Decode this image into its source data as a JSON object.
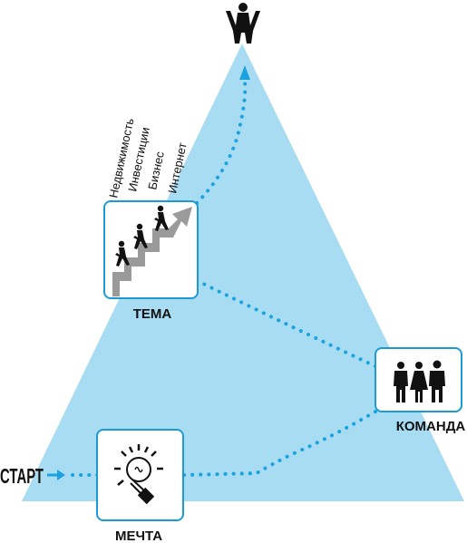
{
  "colors": {
    "triangle": "#a8dcf3",
    "path": "#1aa3df",
    "card_border": "#1c9ad6",
    "ink": "#111111",
    "stairs": "#9a9a9a"
  },
  "start_label": "СТАРТ",
  "nodes": {
    "dream": {
      "label": "МЕЧТА",
      "icon": "lightbulb-icon"
    },
    "theme": {
      "label": "ТЕМА",
      "icon": "stairs-climbing-icon"
    },
    "team": {
      "label": "КОМАНДА",
      "icon": "people-icon"
    }
  },
  "topics": [
    "Недвижимость",
    "Инвестиции",
    "Бизнес",
    "Интернет"
  ],
  "summit_icon": "person-arms-raised-icon"
}
